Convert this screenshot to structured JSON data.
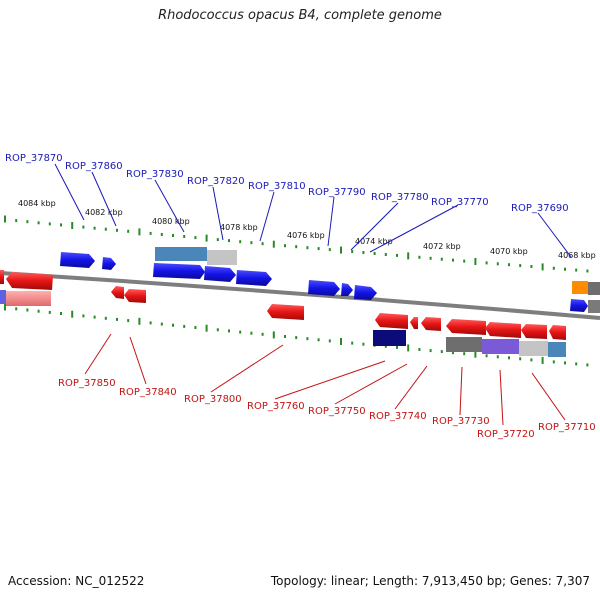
{
  "title": "Rhodococcus opacus B4, complete genome",
  "footer": {
    "accession": "Accession: NC_012522",
    "stats": "Topology: linear; Length: 7,913,450 bp; Genes: 7,307"
  },
  "colors": {
    "forward": "#1414e6",
    "reverse": "#e61414",
    "backbone": "#8a8a8a",
    "ticks": "#2a8a2a",
    "label_forward": "#1a1ab8",
    "label_reverse": "#c41313"
  },
  "scale_labels": [
    "4084 kbp",
    "4082 kbp",
    "4080 kbp",
    "4078 kbp",
    "4076 kbp",
    "4074 kbp",
    "4072 kbp",
    "4070 kbp",
    "4068 kbp"
  ],
  "forward_labels": [
    "ROP_37870",
    "ROP_37860",
    "ROP_37830",
    "ROP_37820",
    "ROP_37810",
    "ROP_37790",
    "ROP_37780",
    "ROP_37770",
    "ROP_37690"
  ],
  "reverse_labels": [
    "ROP_37850",
    "ROP_37840",
    "ROP_37800",
    "ROP_37760",
    "ROP_37750",
    "ROP_37740",
    "ROP_37730",
    "ROP_37720",
    "ROP_37710"
  ]
}
